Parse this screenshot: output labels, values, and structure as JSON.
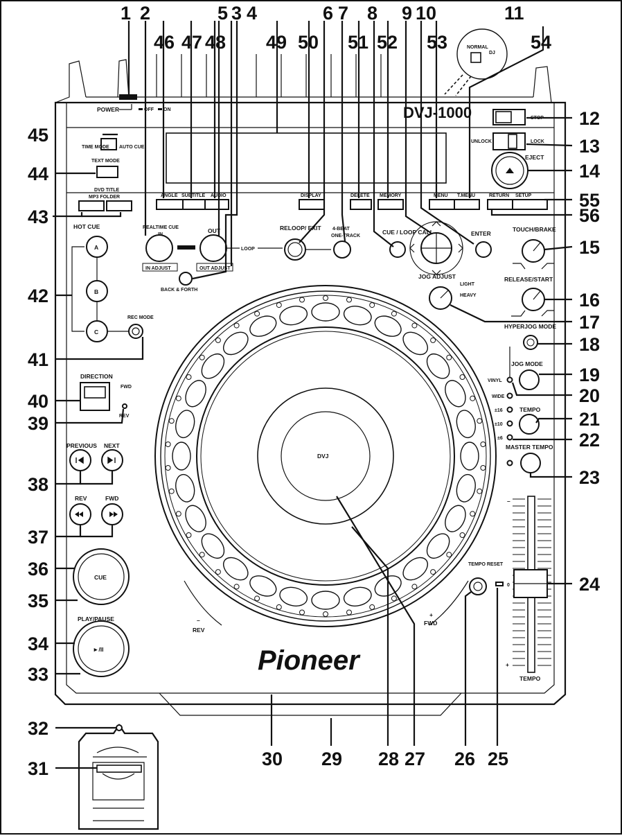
{
  "unit": {
    "model": "DVJ-1000",
    "brand": "Pioneer",
    "brand_logo": "Pioneer wordmark",
    "disc_logo": "DVJ"
  },
  "callouts": [
    "1",
    "2",
    "3",
    "4",
    "5",
    "6",
    "7",
    "8",
    "9",
    "10",
    "11",
    "12",
    "13",
    "14",
    "15",
    "16",
    "17",
    "18",
    "19",
    "20",
    "21",
    "22",
    "23",
    "24",
    "25",
    "26",
    "27",
    "28",
    "29",
    "30",
    "31",
    "32",
    "33",
    "34",
    "35",
    "36",
    "37",
    "38",
    "39",
    "40",
    "41",
    "42",
    "43",
    "44",
    "45",
    "46",
    "47",
    "48",
    "49",
    "50",
    "51",
    "52",
    "53",
    "54",
    "55",
    "56"
  ],
  "labels": {
    "power": "POWER",
    "power_off": "OFF",
    "power_on": "ON",
    "normal": "NORMAL",
    "dj": "DJ",
    "stop": "STOP",
    "unlock": "UNLOCK",
    "lock": "LOCK",
    "eject": "EJECT",
    "time_mode": "TIME MODE",
    "auto_cue": "AUTO CUE",
    "text_mode": "TEXT MODE",
    "dvd_title": "DVD TITLE",
    "mp3_folder": "MP3 FOLDER",
    "angle": "ANGLE",
    "subtitle": "SUBTITLE",
    "audio": "AUDIO",
    "display": "DISPLAY",
    "delete": "DELETE",
    "memory": "MEMORY",
    "menu": "MENU",
    "t_menu": "T.MENU",
    "return": "RETURN",
    "setup": "SETUP",
    "hot_cue": "HOT CUE",
    "a": "A",
    "b": "B",
    "c": "C",
    "realtime_cue": "REALTIME CUE",
    "in": "IN",
    "in_adjust": "IN ADJUST",
    "out": "OUT",
    "out_adjust": "OUT ADJUST",
    "loop": "LOOP",
    "reloop_exit": "RELOOP/ EXIT",
    "four_beat": "4-BEAT",
    "one_track": "ONE-TRACK",
    "cue_loop_call": "CUE / LOOP CALL",
    "enter": "ENTER",
    "touch_brake": "TOUCH/BRAKE",
    "release_start": "RELEASE/START",
    "jog_adjust": "JOG ADJUST",
    "light": "LIGHT",
    "heavy": "HEAVY",
    "back_forth": "BACK & FORTH",
    "rec_mode": "REC MODE",
    "direction": "DIRECTION",
    "fwd": "FWD",
    "rev": "REV",
    "previous": "PREVIOUS",
    "next": "NEXT",
    "cue": "CUE",
    "play_pause": "PLAY/PAUSE",
    "play_pause_symbol": "►/II",
    "hyperjog_mode": "HYPERJOG MODE",
    "jog_mode": "JOG MODE",
    "vinyl": "VINYL",
    "wide": "WIDE",
    "pm16": "±16",
    "pm10": "±10",
    "pm6": "±6",
    "tempo": "TEMPO",
    "master_tempo": "MASTER TEMPO",
    "tempo_reset": "TEMPO RESET",
    "minus": "–",
    "plus": "+",
    "zero": "0"
  },
  "icons": {
    "prev": "skip-previous-icon",
    "next": "skip-next-icon",
    "rev": "rewind-icon",
    "fwd": "fast-forward-icon",
    "eject": "eject-icon"
  }
}
